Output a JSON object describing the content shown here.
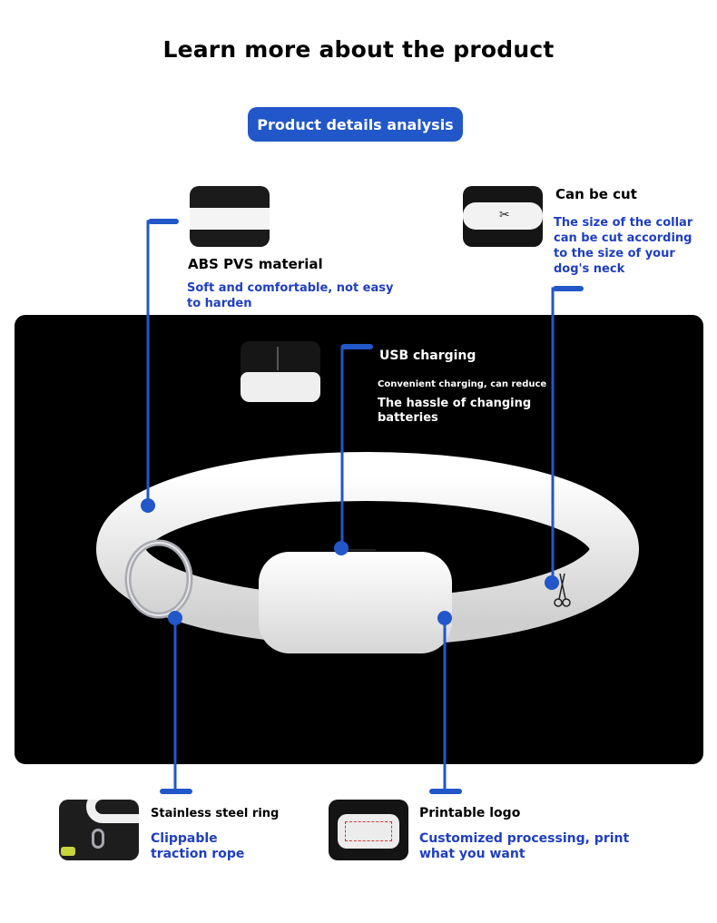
{
  "header": {
    "title": "Learn more about the product",
    "badge": "Product details analysis"
  },
  "callouts": {
    "abs": {
      "title": "ABS PVS material",
      "desc": "Soft and comfortable, not easy to harden"
    },
    "cut": {
      "title": "Can be cut",
      "desc": "The size of the collar can be cut according to the size of your dog's neck"
    },
    "usb": {
      "title": "USB charging",
      "desc1": "Convenient charging, can reduce",
      "desc2": "The hassle of changing batteries"
    },
    "ring": {
      "title": "Stainless steel ring",
      "desc": "Clippable traction rope"
    },
    "logo": {
      "title": "Printable logo",
      "desc": "Customized processing, print what you want"
    }
  },
  "colors": {
    "accent": "#2257c9",
    "panel": "#000000",
    "desc_blue": "#1f3fbf"
  }
}
